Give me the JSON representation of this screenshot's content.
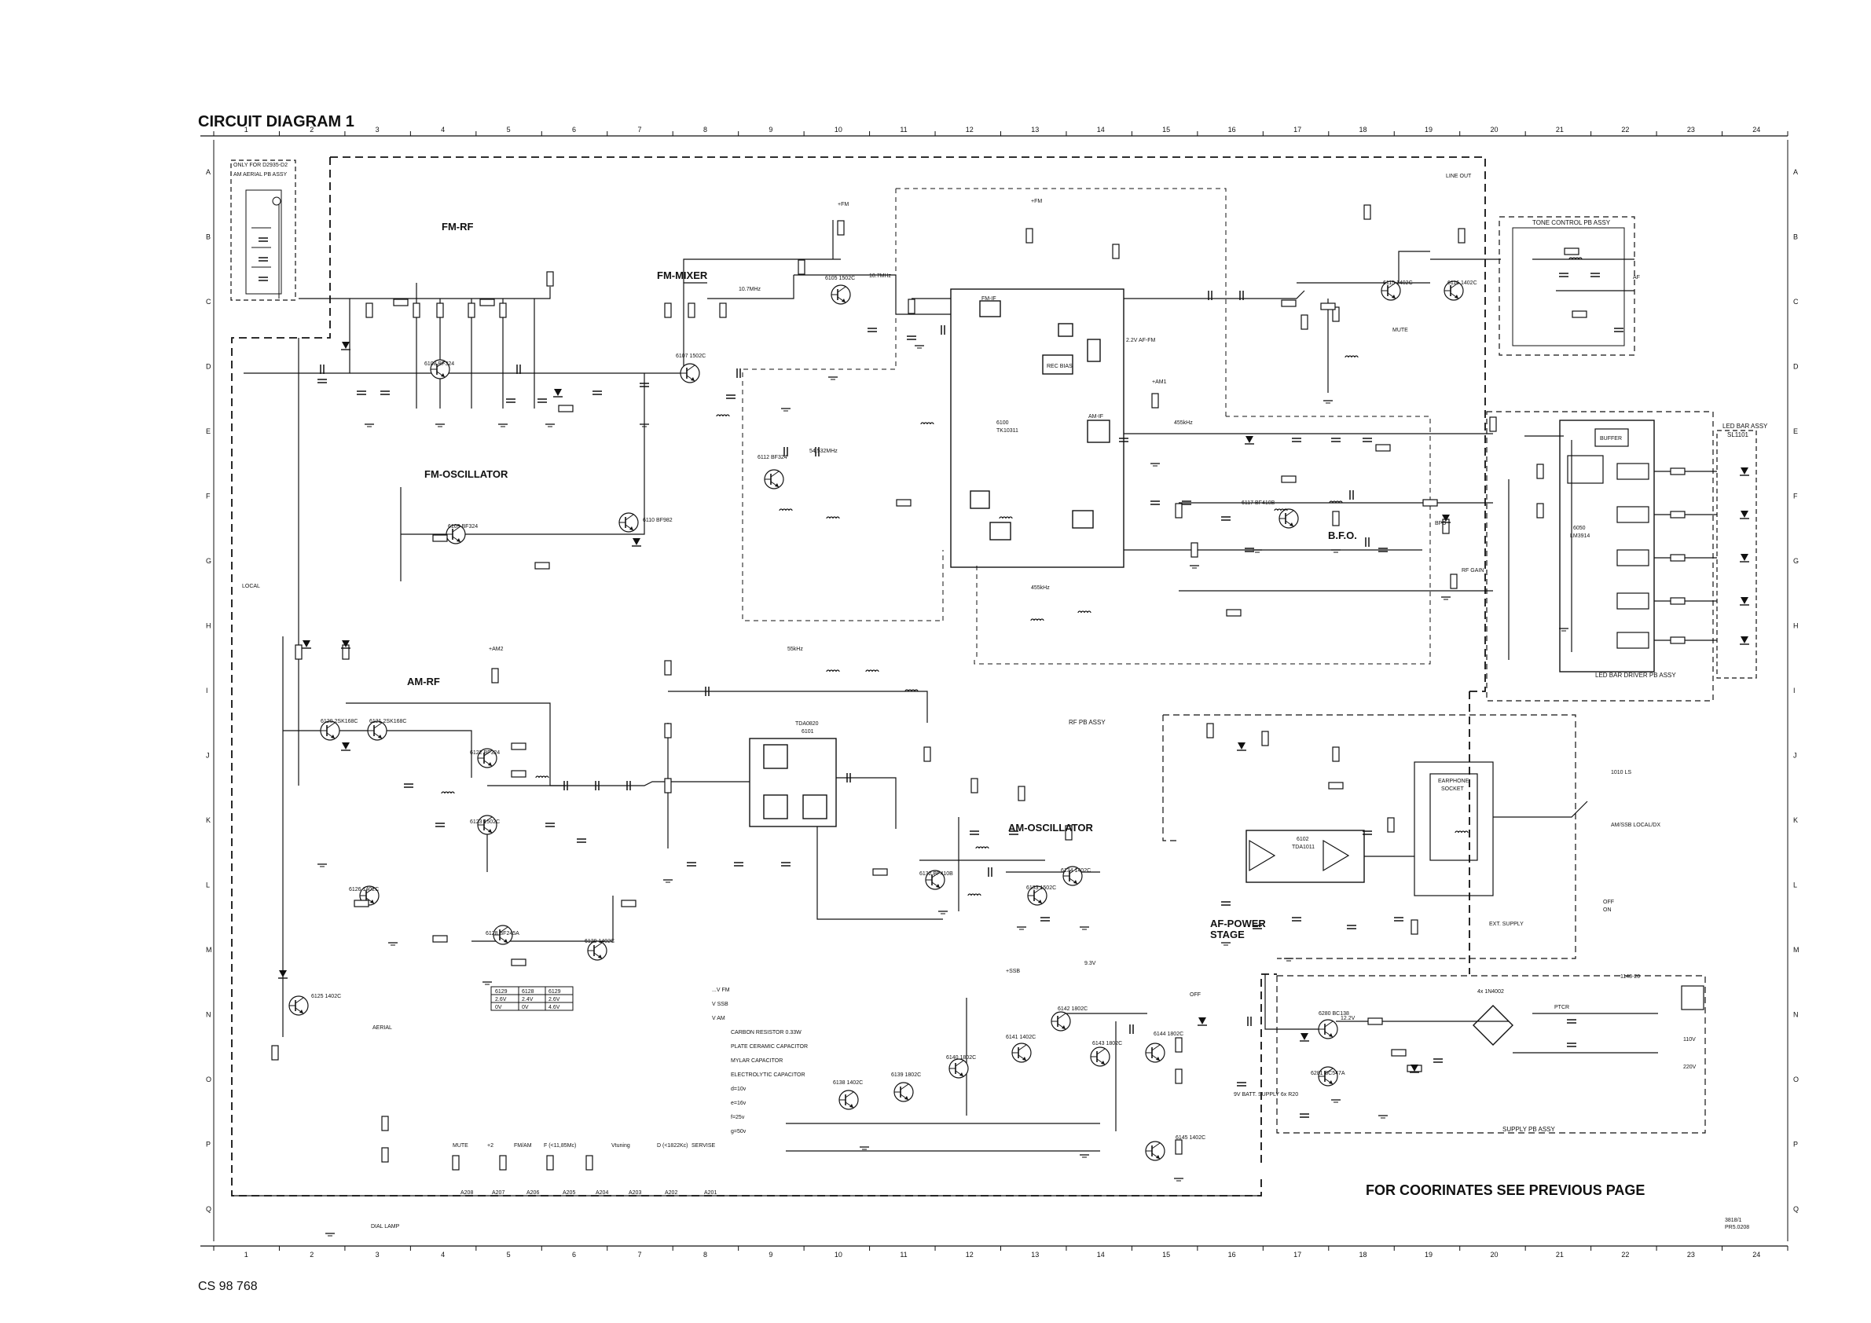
{
  "diagram": {
    "title": "CIRCUIT DIAGRAM 1",
    "footer_note": "FOR COORINATES SEE PREVIOUS PAGE",
    "document_code": "CS 98 768",
    "corner_ref_1": "3818/1",
    "corner_ref_2": "PR5.0208",
    "column_numbers": [
      "1",
      "2",
      "3",
      "4",
      "5",
      "6",
      "7",
      "8",
      "9",
      "10",
      "11",
      "12",
      "13",
      "14",
      "15",
      "16",
      "17",
      "18",
      "19",
      "20",
      "21",
      "22",
      "23",
      "24"
    ],
    "row_letters": [
      "A",
      "B",
      "C",
      "D",
      "E",
      "F",
      "G",
      "H",
      "I",
      "J",
      "K",
      "L",
      "M",
      "N",
      "O",
      "P",
      "Q"
    ]
  },
  "sections": {
    "fm_rf": "FM-RF",
    "fm_mixer": "FM-MIXER",
    "fm_oscillator": "FM-OSCILLATOR",
    "am_rf": "AM-RF",
    "am_oscillator": "AM-OSCILLATOR",
    "af_power_line1": "AF-POWER",
    "af_power_line2": "STAGE",
    "bfo": "B.F.O.",
    "rf_pb_assy": "RF PB ASSY",
    "tone_control_assy": "TONE CONTROL PB ASSY",
    "led_bar_driver_assy": "LED BAR DRIVER PB ASSY",
    "led_bar_assy_line1": "LED BAR ASSY",
    "led_bar_assy_line2": "SL1101",
    "supply_pb_assy": "SUPPLY PB ASSY",
    "earphone_socket_line1": "EARPHONE",
    "earphone_socket_line2": "SOCKET",
    "am_aerial_line1": "ONLY FOR D2935-D2",
    "am_aerial_line2": "AM AERIAL PB ASSY",
    "line_out": "LINE OUT",
    "mute": "MUTE",
    "ext_supply": "EXT. SUPPLY",
    "dial_lamp": "DIAL LAMP",
    "aerial": "AERIAL",
    "ls": "1010 LS",
    "batt_supply": "9V BATT. SUPPLY 6x R20",
    "buffer": "BUFFER",
    "rec_bias": "REC BIAS",
    "fm_if": "FM-IF",
    "am_if": "AM-IF",
    "local": "LOCAL",
    "rf_gain": "RF GAIN",
    "bfo_small": "BFO"
  },
  "ics": {
    "ic_6100": "6100",
    "ic_6100_type": "TK10311",
    "ic_6101": "6101",
    "ic_6101_type": "TDA0820",
    "ic_6102": "6102",
    "ic_6102_type": "TDA1011",
    "ic_6050": "6050",
    "ic_6050_type": "LM3914"
  },
  "transistors": {
    "t6108": "6108 BF324",
    "t6107": "6107 1502C",
    "t6110": "6110 BF982",
    "t6109": "6109 BF324",
    "t6105": "6105 1502C",
    "t6112": "6112 BF324",
    "t6117": "6117 BF410B",
    "t6115": "6115 1402C",
    "t6116": "6116 1402C",
    "t6120": "6120 2SK168C",
    "t6121": "6121 2SK168C",
    "t6122": "6122 BF324",
    "t6123": "6123 1502C",
    "t6126": "6126 1402C",
    "t6128": "6128 BF245A",
    "t6129": "6129 1402C",
    "t6125": "6125 1402C",
    "t6132": "6132 BF410B",
    "t6133": "6133 1502C",
    "t6134": "6134 1402C",
    "t6138": "6138 1402C",
    "t6139": "6139 1802C",
    "t6140": "6140 1802C",
    "t6141": "6141 1402C",
    "t6142": "6142 1802C",
    "t6143": "6143 1802C",
    "t6144": "6144 1802C",
    "t6145": "6145 1402C",
    "t6280": "6280 BC138",
    "t6281": "6281 BC547A"
  },
  "labels": {
    "fm_freq": "10.7MHz",
    "mixer_freq": "10.7MHz",
    "bfo_freq": "455kHz",
    "am_osc_freq": "455kHz",
    "xtal_freq": "54,532MHz",
    "if_freq": "55kHz",
    "af_fm": "2.2V AF-FM",
    "af": "AF",
    "ptcr": "PTCR",
    "bridge": "4x 1N4002",
    "mains_110": "110V",
    "mains_220": "220V",
    "transformer": "1148-20",
    "v_fm": "+FM",
    "v_am": "+AM",
    "v_ssb": "+SSB",
    "v_am1": "+AM1",
    "v_am2": "+AM2",
    "v_9_3": "9.3V",
    "v_12_2": "12.2V",
    "off": "OFF"
  },
  "legend": {
    "items": [
      "...V  FM",
      "V  SSB",
      "V  AM",
      "CARBON RESISTOR 0.33W",
      "PLATE CERAMIC CAPACITOR",
      "MYLAR CAPACITOR",
      "ELECTROLYTIC CAPACITOR",
      "d=10v",
      "e=16v",
      "f=25v",
      "g=50v"
    ],
    "switch_title": "AM/SSB LOCAL/DX",
    "off": "OFF",
    "on": "ON"
  },
  "bottom_labels": [
    {
      "tag": "MUTE",
      "ref": "A208"
    },
    {
      "tag": "+2",
      "ref": "A207"
    },
    {
      "tag": "FM/AM",
      "ref": "A206"
    },
    {
      "tag": "F (<11,85Mc)",
      "ref": "A205"
    },
    {
      "tag": "Vtuning",
      "ref": "A204"
    },
    {
      "tag": "",
      "ref": "A203"
    },
    {
      "tag": "D (<1822Kc)",
      "ref": "A202"
    },
    {
      "tag": "SERVISE",
      "ref": "A201"
    }
  ],
  "tables": {
    "transistor_table_rows": [
      [
        "6129",
        "6128",
        "6129"
      ],
      [
        "2.6V",
        "2.4V",
        "2.6V"
      ],
      [
        "0V",
        "0V",
        "4.6V"
      ]
    ]
  },
  "colors": {
    "ink": "#111111",
    "paper": "#ffffff"
  }
}
